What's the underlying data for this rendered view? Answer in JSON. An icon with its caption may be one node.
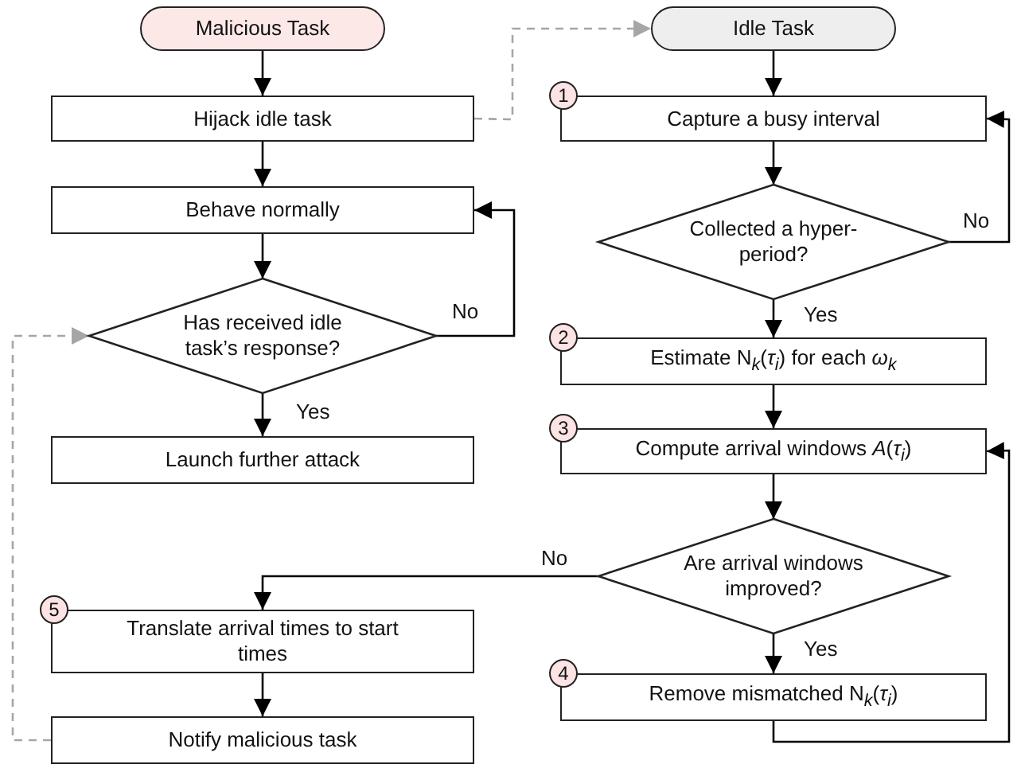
{
  "diagram": {
    "nodes": [
      {
        "text": [
          "Malicious Task"
        ]
      },
      {
        "text": [
          "Hijack idle task"
        ]
      },
      {
        "text": [
          "Behave normally"
        ]
      },
      {
        "text": [
          "Has received idle task’s response?"
        ]
      },
      {
        "text": [
          "Launch further attack"
        ]
      },
      {
        "text": [
          "Translate arrival times to start times"
        ],
        "beside": [
          "5"
        ]
      },
      {
        "text": [
          "Notify malicious task"
        ]
      },
      {
        "text": [
          "Idle Task"
        ]
      },
      {
        "text": [
          "Capture a busy interval"
        ],
        "beside": [
          "1"
        ]
      },
      {
        "text": [
          "Collected a hyper-period?"
        ]
      },
      {
        "text": [
          "Estimate N$_{k}$(*τ*$_{i}$) for each *ω*$_{k}$"
        ],
        "beside": [
          "2"
        ]
      },
      {
        "text": [
          "Compute arrival windows *A*(*τ*$_{i}$)"
        ],
        "beside": [
          "3"
        ]
      },
      {
        "text": [
          "Are arrival windows improved?"
        ]
      },
      {
        "text": [
          "Remove mismatched N$_{k}$(*τ*$_{i}$)"
        ],
        "beside": [
          "4"
        ]
      }
    ],
    "edges": [
      {
        "from": 0,
        "to": 1,
        "arrow": "to"
      },
      {
        "from": 1,
        "to": 2,
        "arrow": "to"
      },
      {
        "from": 2,
        "to": 3,
        "arrow": "to"
      },
      {
        "from": 3,
        "to": 4,
        "arrow": "to",
        "label": "Yes"
      },
      {
        "from": 3,
        "to": 2,
        "arrow": "to",
        "label": "No"
      },
      {
        "from": 1,
        "to": 7,
        "arrow": "to",
        "style": "dashed",
        "color": "#a6a6a6"
      },
      {
        "from": 7,
        "to": 8,
        "arrow": "to"
      },
      {
        "from": 8,
        "to": 9,
        "arrow": "to"
      },
      {
        "from": 9,
        "to": 10,
        "arrow": "to",
        "label": "Yes"
      },
      {
        "from": 9,
        "to": 8,
        "arrow": "to",
        "label": "No"
      },
      {
        "from": 10,
        "to": 11,
        "arrow": "to"
      },
      {
        "from": 11,
        "to": 12,
        "arrow": "to"
      },
      {
        "from": 12,
        "to": 13,
        "arrow": "to",
        "label": "Yes"
      },
      {
        "from": 13,
        "to": 11,
        "arrow": "to"
      },
      {
        "from": 12,
        "to": 5,
        "arrow": "to",
        "label": "No"
      },
      {
        "from": 5,
        "to": 6,
        "arrow": "to"
      },
      {
        "from": 6,
        "to": 3,
        "arrow": "to",
        "style": "dashed",
        "color": "#a6a6a6"
      }
    ]
  }
}
